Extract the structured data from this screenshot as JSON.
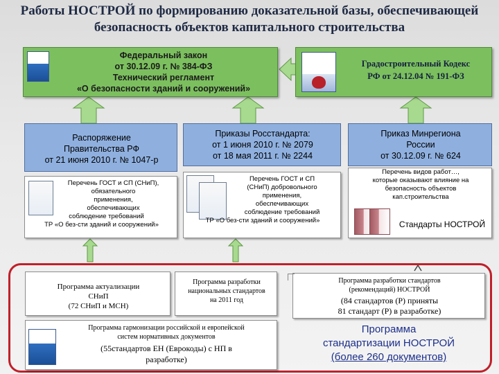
{
  "title": {
    "line1": "Работы НОСТРОЙ по формированию доказательной базы, обеспечивающей",
    "line2": "безопасность объектов капитального строительства"
  },
  "federal_law": {
    "line1": "Федеральный закон",
    "line2": "от  30.12.09 г. № 384-ФЗ",
    "line3": "Технический регламент",
    "line4": "«О безопасности зданий и сооружений»"
  },
  "gradcode": {
    "line1": "Градостроительный Кодекс",
    "line2": "РФ от  24.12.04 № 191-ФЗ"
  },
  "gov_order": {
    "line1": "Распоряжение",
    "line2": "Правительства РФ",
    "line3": "от 21 июня 2010 г. № 1047-р"
  },
  "rosstandart": {
    "line1": "Приказы Росстандарта:",
    "line2": "от 1 июня 2010 г. № 2079",
    "line3": "от 18 мая 2011 г. № 2244"
  },
  "minregion": {
    "line1": "Приказ Минрегиона",
    "line2": "России",
    "line3": "от 30.12.09 г. № 624"
  },
  "list_mandatory": {
    "line1": "Перечень  ГОСТ и СП (СНиП),",
    "line2": "обязательного",
    "line3": "применения,",
    "line4": "обеспечивающих",
    "line5": "соблюдение   требований",
    "line6": "ТР «О без-сти зданий и сооружений»"
  },
  "list_voluntary": {
    "line1": "Перечень  ГОСТ и СП",
    "line2": "(СНиП) добровольного",
    "line3": "применения,",
    "line4": "обеспечивающих",
    "line5": "соблюдение требований",
    "line6": "ТР «О без-сти зданий и сооружений»"
  },
  "list_works": {
    "line1": "Перечень видов работ…,",
    "line2": "которые оказывают влияние на",
    "line3": "безопасность объектов",
    "line4": "кап.строительства"
  },
  "nostroy_standards": "Стандарты НОСТРОЙ",
  "program_snip": {
    "line1": "Программа актуализации",
    "line2": "СНиП",
    "line3": "(72 СНиП и МСН)"
  },
  "program_national": {
    "line1": "Программа разработки",
    "line2": "национальных стандартов",
    "line3": "на 2011 год"
  },
  "program_harmonization": {
    "line1": "Программа гармонизации российской и европейской",
    "line2": "систем нормативных документов",
    "line3": "(55стандартов ЕН (Еврокоды)  с НП в",
    "line4": "разработке)"
  },
  "program_nostroy_standards": {
    "line1": "Программа разработки стандартов",
    "line2": "(рекомендаций) НОСТРОЙ",
    "line3": "(84 стандартов (Р) приняты",
    "line4": "81 стандарт (Р) в разработке)"
  },
  "program_standardization": {
    "line1": "Программа",
    "line2": "стандартизации НОСТРОЙ",
    "line3": "(более 260 документов)"
  },
  "colors": {
    "green": "#7cbf5f",
    "blue": "#8fb0df",
    "arrow_green": "#a7d98f",
    "frame_red": "#c0202a",
    "nostroy_text": "#1c2f8a"
  }
}
